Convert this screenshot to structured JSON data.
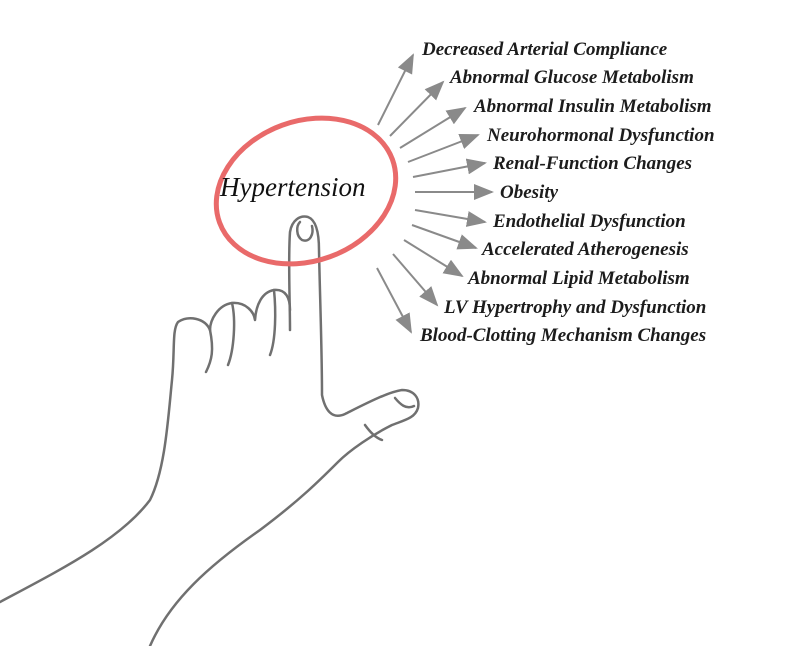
{
  "center_label": "Hypertension",
  "items": [
    "Decreased Arterial Compliance",
    "Abnormal Glucose Metabolism",
    "Abnormal Insulin Metabolism",
    "Neurohormonal Dysfunction",
    "Renal-Function Changes",
    "Obesity",
    "Endothelial Dysfunction",
    "Accelerated Atherogenesis",
    "Abnormal Lipid Metabolism",
    "LV Hypertrophy and Dysfunction",
    "Blood-Clotting Mechanism Changes"
  ],
  "colors": {
    "circle": "#e96a6a",
    "arrow": "#8a8a8a",
    "hand": "#6e6e6e",
    "text": "#1c1c1c"
  }
}
